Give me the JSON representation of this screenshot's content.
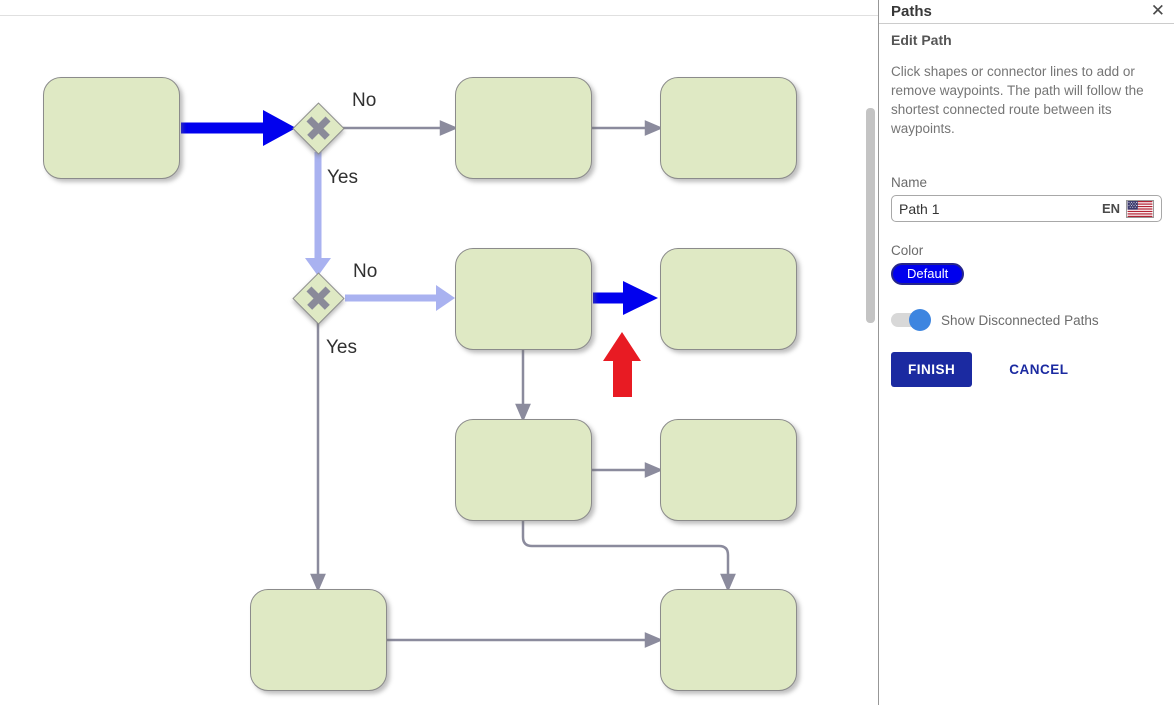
{
  "panel": {
    "title": "Paths",
    "close_icon": "✕",
    "section_title": "Edit Path",
    "description": "Click shapes or connector lines to add or remove waypoints. The path will follow the shortest connected route between its waypoints.",
    "name_field": {
      "label": "Name",
      "value": "Path 1",
      "lang_code": "EN"
    },
    "color_field": {
      "label": "Color",
      "value": "Default",
      "badge_bg": "#0000ee"
    },
    "toggle": {
      "label": "Show Disconnected Paths",
      "on": true
    },
    "actions": {
      "finish": "FINISH",
      "cancel": "CANCEL",
      "accent_color": "#1b2aa1"
    }
  },
  "diagram": {
    "edge_labels": [
      "No",
      "Yes",
      "No",
      "Yes"
    ],
    "colors": {
      "node_fill": "#dfe9c4",
      "node_border": "#8b8b8b",
      "connector_gray": "#8b8b9d",
      "selected_path_bold_blue": "#0101ee",
      "selected_path_light_purple": "#a9b2f0",
      "pointer_arrow_red": "#e81b23",
      "toggle_knob_blue": "#3d85e0"
    },
    "nodes": [
      "task-1",
      "task-2",
      "task-3",
      "task-4",
      "task-5",
      "task-6",
      "task-7",
      "task-8",
      "task-9",
      "gateway-1",
      "gateway-2"
    ]
  }
}
